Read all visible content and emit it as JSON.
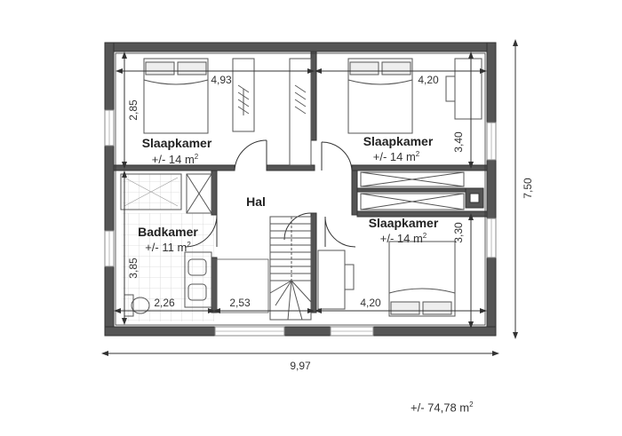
{
  "rooms": {
    "bedroom_1": {
      "name": "Slaapkamer",
      "area": "+/- 14 m",
      "area_unit_sup": "2"
    },
    "bedroom_2": {
      "name": "Slaapkamer",
      "area": "+/- 14 m",
      "area_unit_sup": "2"
    },
    "bedroom_3": {
      "name": "Slaapkamer",
      "area": "+/- 14 m",
      "area_unit_sup": "2"
    },
    "bathroom": {
      "name": "Badkamer",
      "area": "+/- 11 m",
      "area_unit_sup": "2"
    },
    "hall": {
      "name": "Hal"
    }
  },
  "dimensions": {
    "bedroom_1_width": "4,93",
    "bedroom_1_depth": "2,85",
    "bedroom_2_width": "4,20",
    "bedroom_2_depth": "3,40",
    "bedroom_3_width": "4,20",
    "bedroom_3_depth": "3,30",
    "bathroom_width": "2,26",
    "bathroom_depth": "3,85",
    "hall_width": "2,53",
    "overall_width": "9,97",
    "overall_depth": "7,50"
  },
  "total_area": {
    "value": "+/- 74,78 m",
    "unit_sup": "2"
  },
  "colors": {
    "wall": "#555555",
    "line": "#333333",
    "furniture": "#666666",
    "tile": "#cccccc",
    "background": "#ffffff"
  }
}
